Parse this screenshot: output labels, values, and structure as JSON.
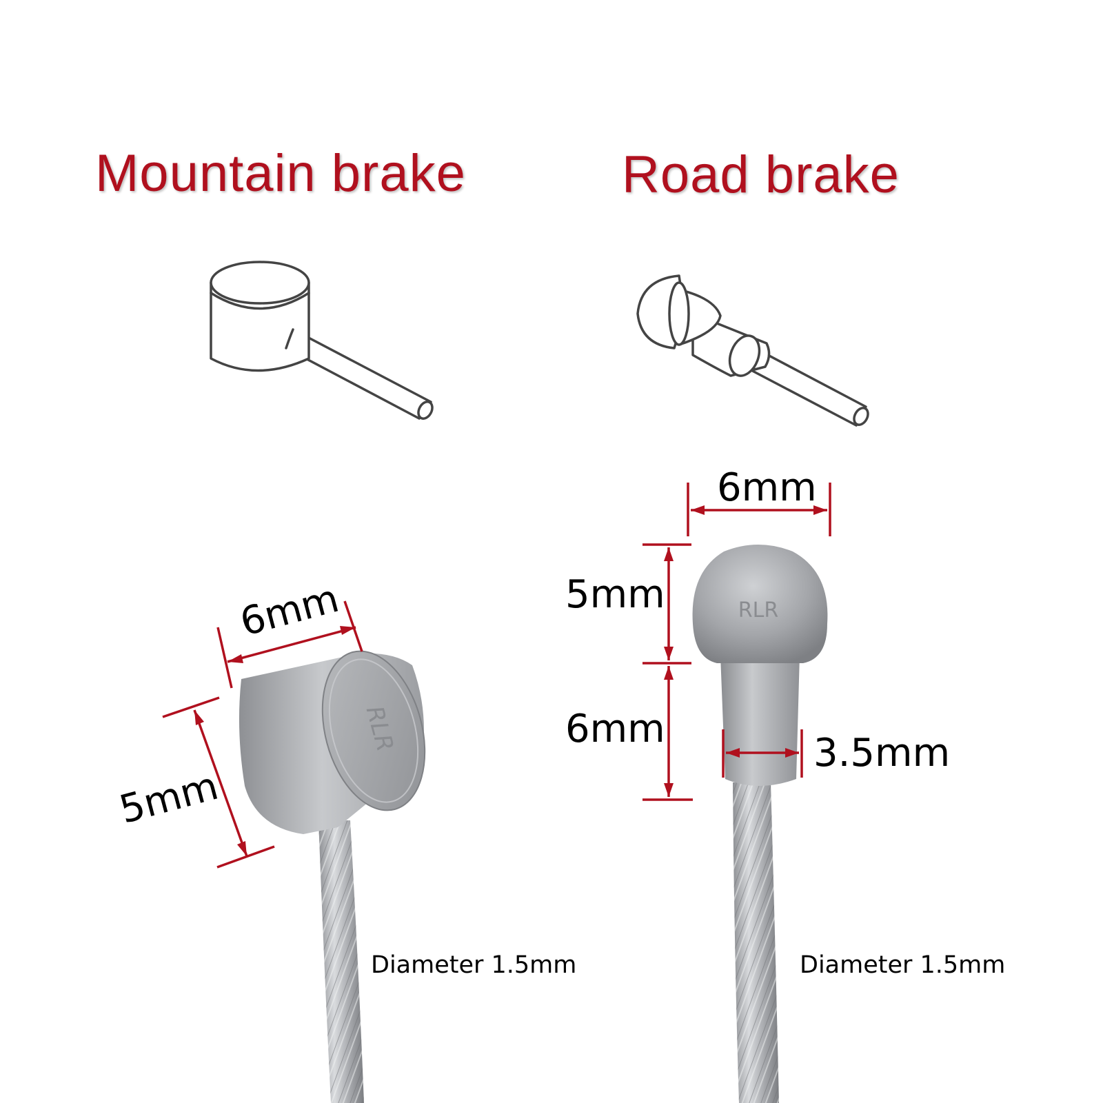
{
  "mountain": {
    "title": "Mountain brake",
    "head_width": "6mm",
    "head_height": "5mm",
    "cable_diameter": "Diameter 1.5mm",
    "head_mark": "RLR"
  },
  "road": {
    "title": "Road brake",
    "head_width": "6mm",
    "dome_height": "5mm",
    "neck_height": "6mm",
    "neck_width": "3.5mm",
    "cable_diameter": "Diameter 1.5mm",
    "head_mark": "RLR"
  },
  "colors": {
    "accent": "#b0101e",
    "metal": "#a9abae",
    "line_art": "#444444"
  }
}
